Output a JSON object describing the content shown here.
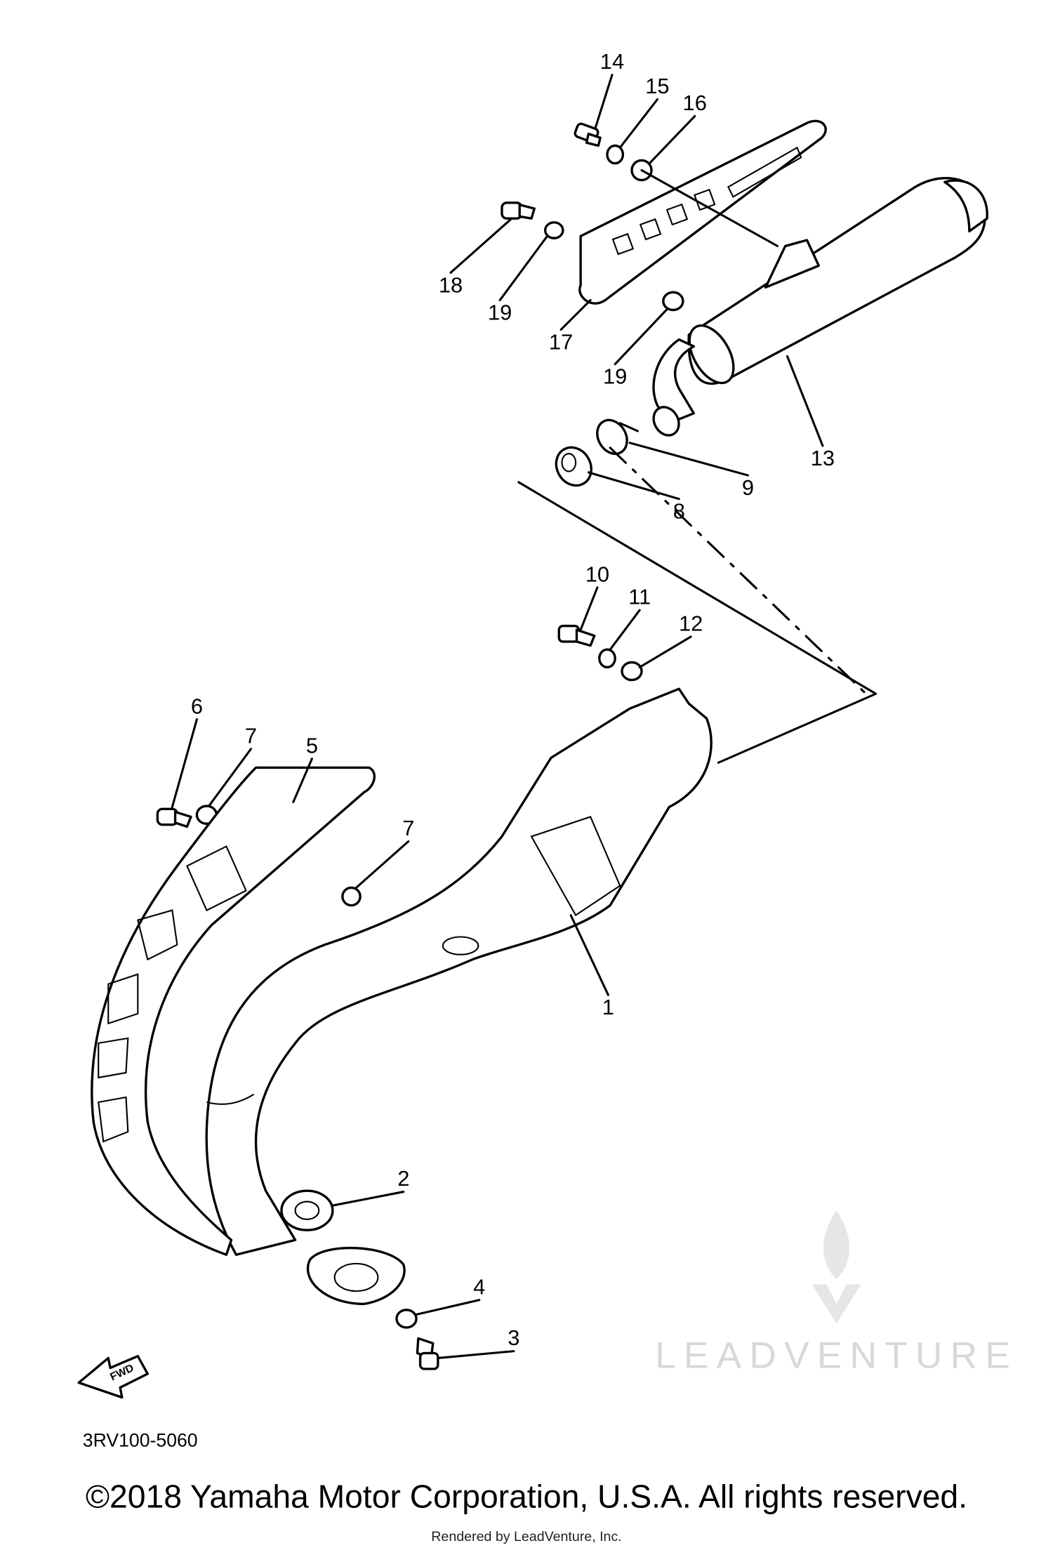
{
  "diagram": {
    "callouts": [
      "14",
      "15",
      "16",
      "18",
      "19",
      "17",
      "19",
      "13",
      "9",
      "8",
      "10",
      "11",
      "12",
      "6",
      "7",
      "5",
      "7",
      "1",
      "2",
      "4",
      "3"
    ],
    "direction_arrow": "FWD",
    "diagram_code": "3RV100-5060",
    "copyright": "©2018 Yamaha Motor Corporation, U.S.A. All rights reserved.",
    "rendered_by": "Rendered by LeadVenture, Inc.",
    "watermark": "LEADVENTURE"
  }
}
